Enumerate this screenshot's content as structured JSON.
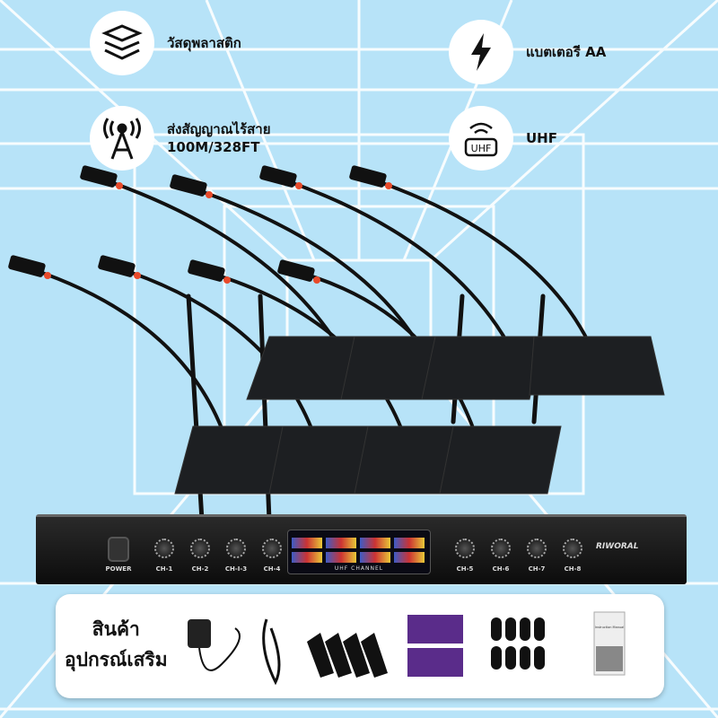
{
  "features": [
    {
      "icon": "layers-icon",
      "text": "วัสดุพลาสติก"
    },
    {
      "icon": "lightning-icon",
      "text": "แบตเตอรี AA"
    },
    {
      "icon": "antenna-tower-icon",
      "text": "ส่งสัญญาณไร้สาย",
      "text2": "100M/328FT"
    },
    {
      "icon": "uhf-signal-icon",
      "text": "UHF"
    }
  ],
  "receiver": {
    "brand": "RIWORAL",
    "power_label": "POWER",
    "display_label": "UHF CHANNEL",
    "channels": [
      "CH-1",
      "CH-2",
      "CH-I-3",
      "CH-4",
      "CH-5",
      "CH-6",
      "CH-7",
      "CH-8"
    ]
  },
  "accessories": {
    "title_line1": "สินค้า",
    "title_line2": "อุปกรณ์เสริม",
    "items": [
      "power-adapter",
      "audio-cable",
      "rack-brackets",
      "aa-batteries",
      "foam-windscreens",
      "instruction-manual"
    ],
    "manual_title": "Instruction Manual"
  },
  "colors": {
    "background": "#b7e3f8",
    "grid": "#ffffff",
    "mic_ring": "#e84a2a",
    "battery": "#5a2c8a"
  }
}
